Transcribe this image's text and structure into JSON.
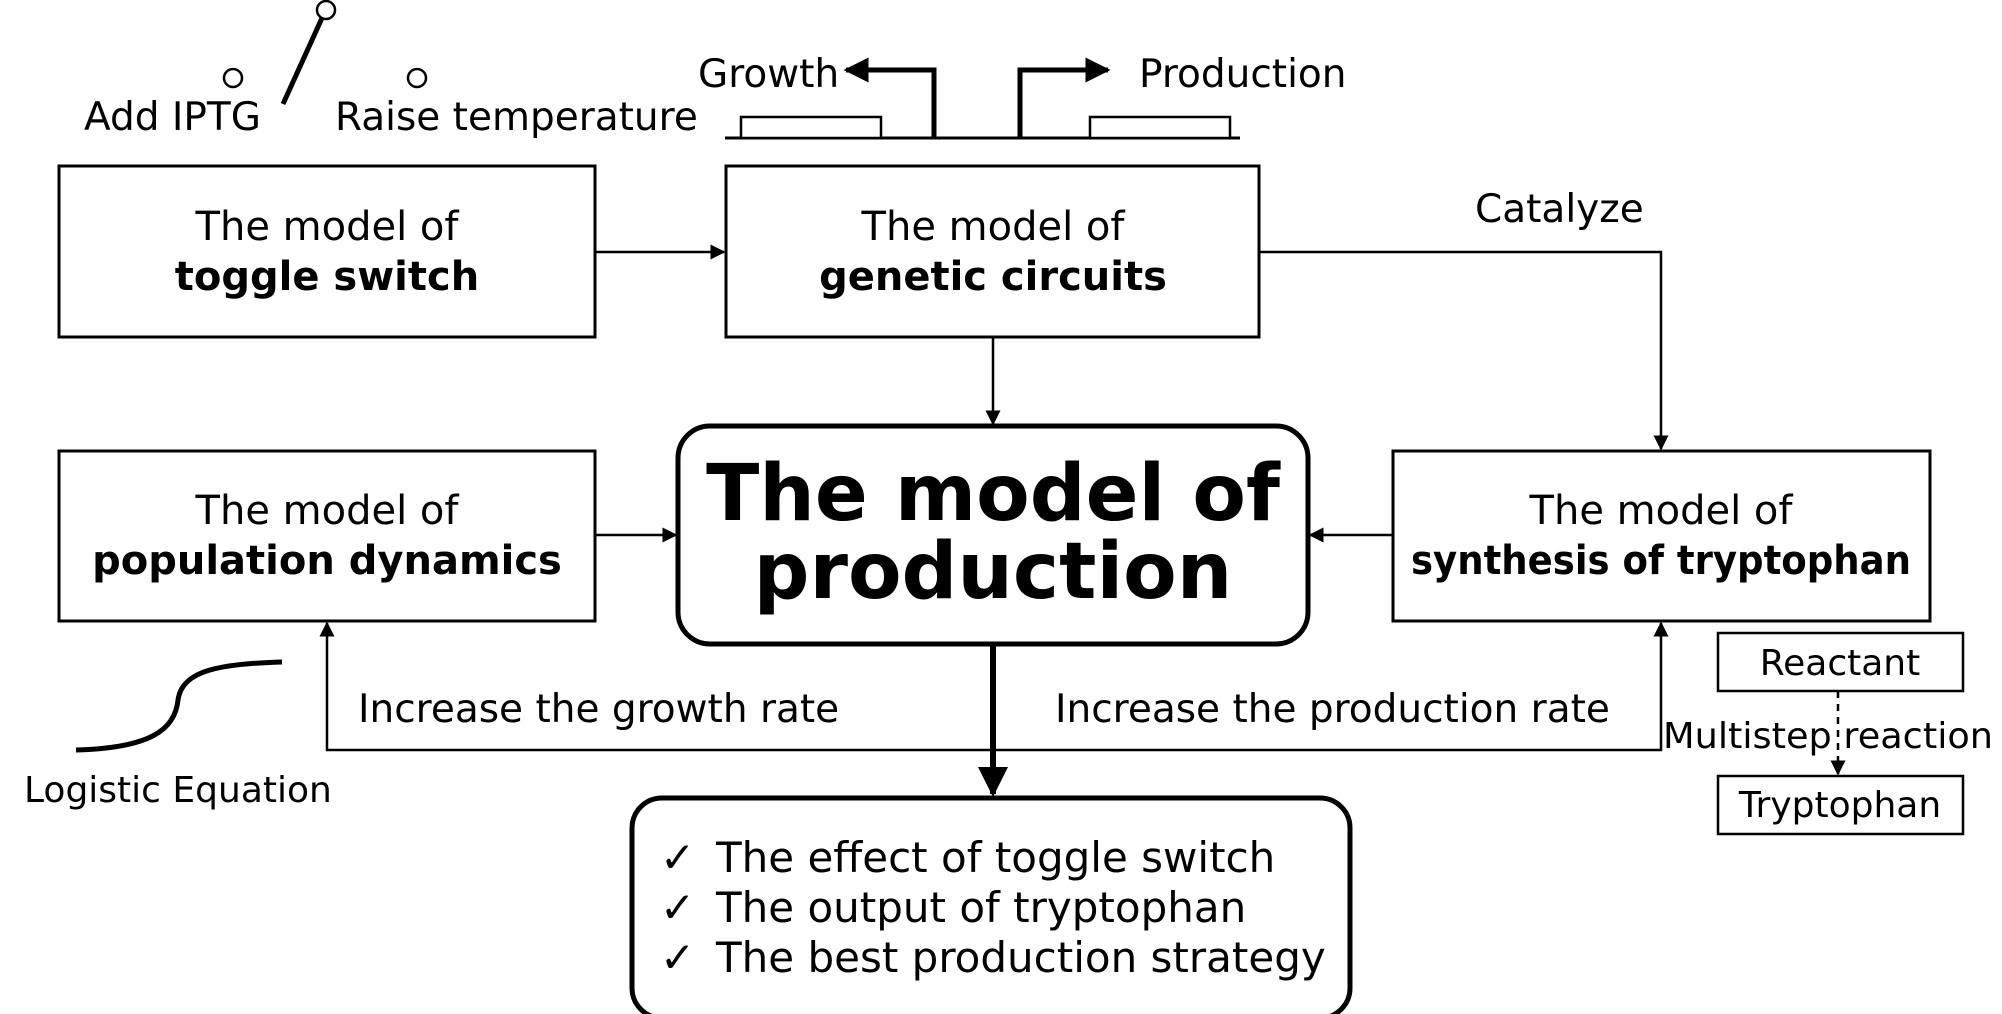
{
  "switch": {
    "left_label": "Add IPTG",
    "right_label": "Raise temperature"
  },
  "circuit": {
    "growth_label": "Growth",
    "production_label": "Production"
  },
  "boxes": {
    "toggle": {
      "line1": "The model of",
      "line2": "toggle switch"
    },
    "genetic": {
      "line1": "The model of",
      "line2": "genetic circuits"
    },
    "population": {
      "line1": "The model of",
      "line2": "population dynamics"
    },
    "synthesis": {
      "line1": "The model of",
      "line2": "synthesis of tryptophan"
    },
    "production": {
      "line1": "The model of",
      "line2": "production"
    }
  },
  "edges": {
    "catalyze": "Catalyze",
    "growth_rate": "Increase the growth rate",
    "production_rate": "Increase the production rate"
  },
  "logistic": {
    "label": "Logistic Equation"
  },
  "reaction": {
    "reactant": "Reactant",
    "step": "Multistep reaction",
    "product": "Tryptophan"
  },
  "results": {
    "check": "✓",
    "items": [
      "The effect of toggle switch",
      "The output of tryptophan",
      "The best production strategy"
    ]
  }
}
